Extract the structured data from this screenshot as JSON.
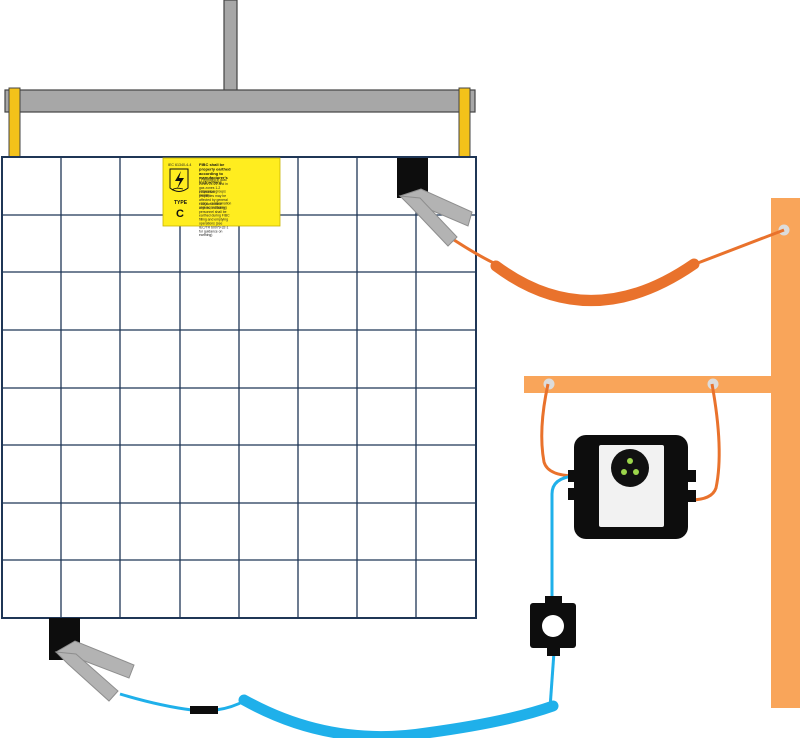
{
  "colors": {
    "frame_grey": "#a7a7a7",
    "clamp_yellow": "#f4c21a",
    "bag_grid": "#1f3656",
    "label_yellow": "#ffed1f",
    "orange_post": "#f9a55a",
    "orange_cable": "#e9722c",
    "blue_cable": "#1fb0ea",
    "black": "#0d0d0d",
    "clip_grey": "#b3b3b3",
    "led_green": "#9cd64b"
  },
  "label": {
    "standard": "IEC 61340-4-4",
    "heading": "FIBC shall be properly earthed according to manufacturer's instructions",
    "bullet_1": "• Permitted in dust zones 21-22 and in gas zones 1-2 (explosion groups IIA/IIB)",
    "bullet_2": "• Electrical properties may be affected by general usage, contamination and reconditioning",
    "bullet_3": "• All conductive objects, including personnel shall be earthed during FIBC filling and emptying operations (see IEC/TR 60079-32-1 for guidance on earthing)",
    "type_label": "TYPE",
    "type_letter": "C",
    "icon": "lightning-hand-warning-icon"
  }
}
